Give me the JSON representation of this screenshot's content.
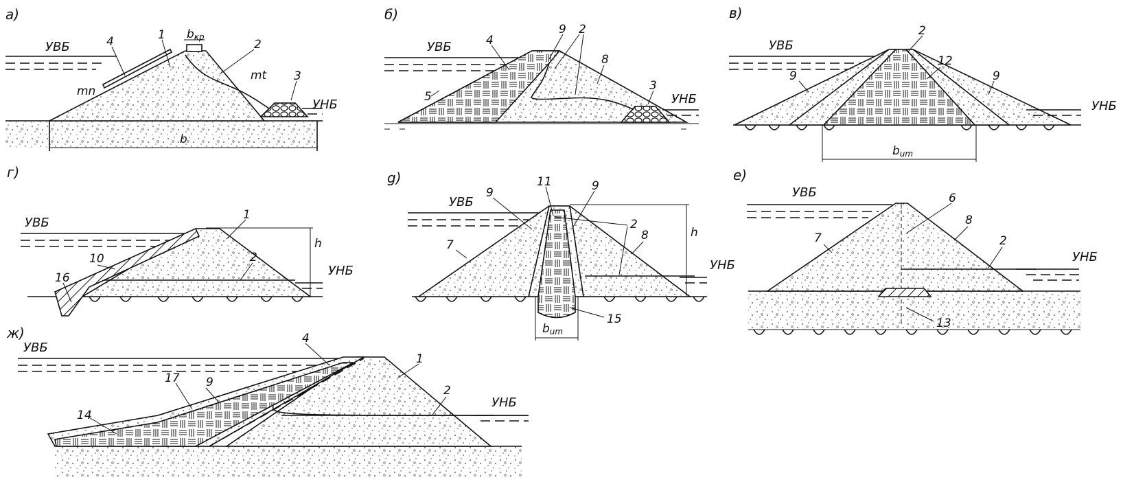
{
  "panels": {
    "a": "а)",
    "b": "б)",
    "v": "в)",
    "g": "г)",
    "d": "g)",
    "e": "е)",
    "zh": "ж)"
  },
  "water": {
    "upstream": "УВБ",
    "downstream": "УНБ"
  },
  "dims": {
    "b_cr": "b",
    "b_cr_sub": "ҝр",
    "b": "b",
    "mn": "mn",
    "mt": "mt",
    "h": "h",
    "b_um": "b",
    "b_um_sub": "um"
  },
  "numbers": [
    "1",
    "2",
    "3",
    "4",
    "5",
    "6",
    "7",
    "8",
    "9",
    "10",
    "11",
    "12",
    "13",
    "14",
    "15",
    "16",
    "17"
  ],
  "colors": {
    "ink": "#111111",
    "background": "#ffffff"
  }
}
